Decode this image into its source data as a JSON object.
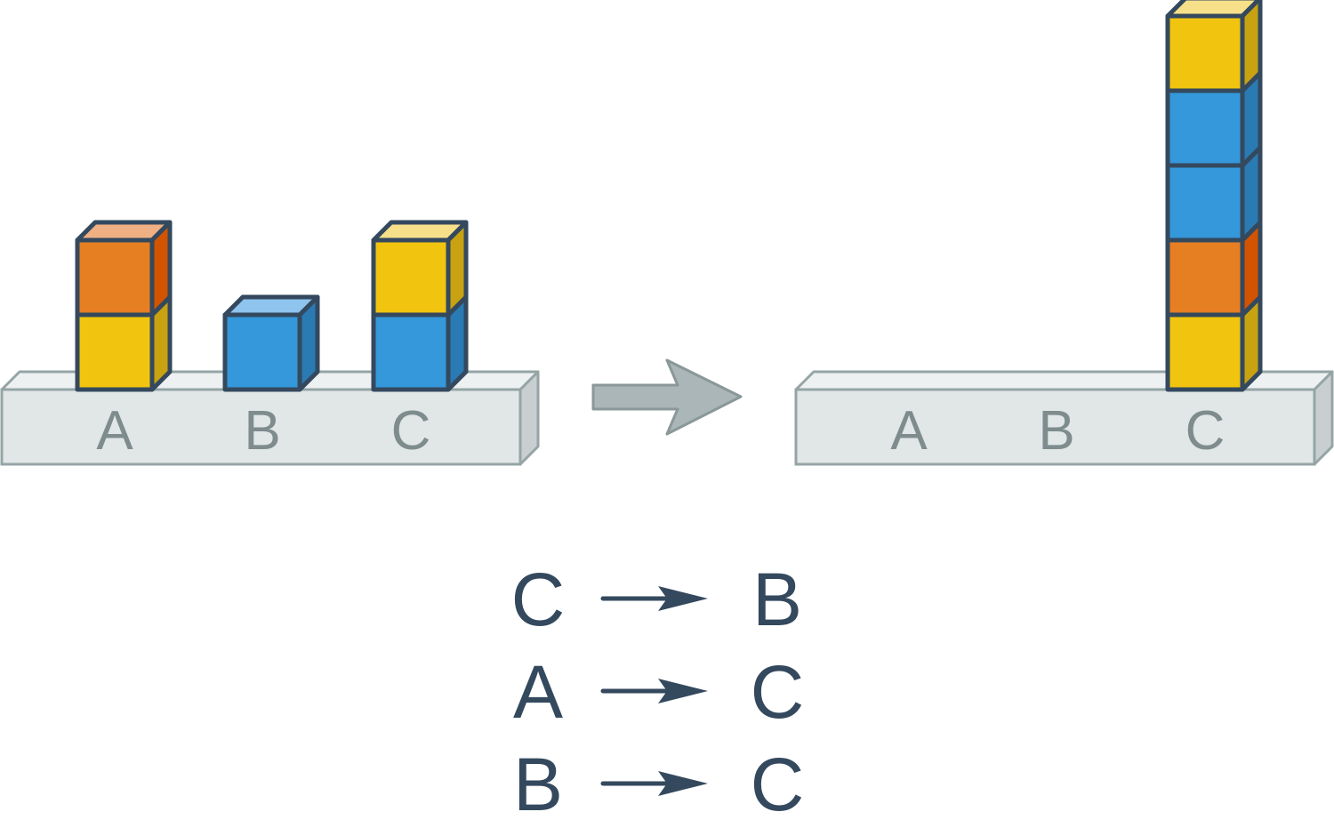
{
  "colors": {
    "outline": "#34495e",
    "board_front": "#e1e6e7",
    "board_top": "#eef1f2",
    "board_side": "#c9cfd1",
    "board_stroke": "#95a5a6",
    "label": "#7f8c8d",
    "transition_arrow": "#aab6b7",
    "block_palette": {
      "yellow": {
        "front": "#f1c40f",
        "top": "#f7e08a",
        "side": "#c9a211"
      },
      "orange": {
        "front": "#e67e22",
        "top": "#efb083",
        "side": "#d35400"
      },
      "blue": {
        "front": "#3498db",
        "top": "#8ec4ee",
        "side": "#2a7ab3"
      }
    }
  },
  "initial_state": {
    "pegs": [
      {
        "label": "A",
        "blocks": [
          "yellow",
          "orange"
        ]
      },
      {
        "label": "B",
        "blocks": [
          "blue"
        ]
      },
      {
        "label": "C",
        "blocks": [
          "blue",
          "yellow"
        ]
      }
    ]
  },
  "final_state": {
    "pegs": [
      {
        "label": "A",
        "blocks": []
      },
      {
        "label": "B",
        "blocks": []
      },
      {
        "label": "C",
        "blocks": [
          "yellow",
          "orange",
          "blue",
          "blue",
          "yellow"
        ]
      }
    ]
  },
  "transition_icon": "right-arrow-icon",
  "moves": [
    {
      "from": "C",
      "to": "B"
    },
    {
      "from": "A",
      "to": "C"
    },
    {
      "from": "B",
      "to": "C"
    }
  ]
}
